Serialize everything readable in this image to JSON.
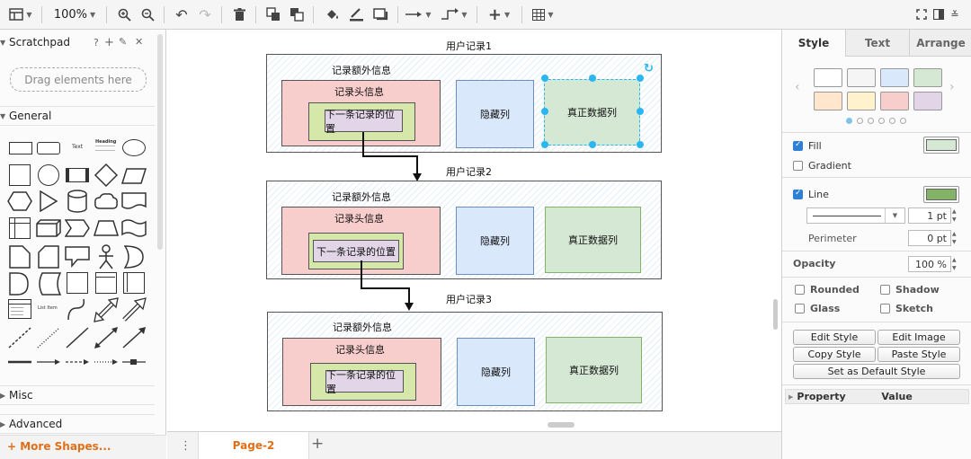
{
  "toolbar": {
    "zoom": "100%"
  },
  "left_panel": {
    "scratchpad_title": "Scratchpad",
    "scratchpad_actions": [
      "?",
      "+",
      "✎",
      "✕"
    ],
    "drag_hint": "Drag elements here",
    "sections": {
      "general": "General",
      "misc": "Misc",
      "advanced": "Advanced"
    },
    "shape_labels": {
      "text": "Text",
      "heading": "Heading",
      "list_item": "List Item"
    },
    "more_shapes": "+ More Shapes..."
  },
  "diagram": {
    "records": [
      {
        "title": "用户记录1",
        "extra": "记录额外信息",
        "header": "记录头信息",
        "next": "下一条记录的位置",
        "hidden": "隐藏列",
        "data": "真正数据列"
      },
      {
        "title": "用户记录2",
        "extra": "记录额外信息",
        "header": "记录头信息",
        "next": "下一条记录的位置",
        "hidden": "隐藏列",
        "data": "真正数据列"
      },
      {
        "title": "用户记录3",
        "extra": "记录额外信息",
        "header": "记录头信息",
        "next": "下一条记录的位置",
        "hidden": "隐藏列",
        "data": "真正数据列"
      }
    ]
  },
  "page_bar": {
    "page_tab": "Page-2",
    "add": "+"
  },
  "right_panel": {
    "tabs": [
      "Style",
      "Text",
      "Arrange"
    ],
    "fill_label": "Fill",
    "fill_color": "#d5e8d4",
    "gradient_label": "Gradient",
    "line_label": "Line",
    "line_color": "#82b366",
    "line_width": "1 pt",
    "perimeter_label": "Perimeter",
    "perimeter_value": "0 pt",
    "opacity_label": "Opacity",
    "opacity_value": "100 %",
    "rounded_label": "Rounded",
    "shadow_label": "Shadow",
    "glass_label": "Glass",
    "sketch_label": "Sketch",
    "buttons": {
      "edit_style": "Edit Style",
      "edit_image": "Edit Image",
      "copy_style": "Copy Style",
      "paste_style": "Paste Style",
      "set_default": "Set as Default Style"
    },
    "property_header": "Property",
    "value_header": "Value",
    "swatches": [
      "#ffffff",
      "#f5f5f5",
      "#dae8fc",
      "#d5e8d4",
      "#ffe6cc",
      "#fff2cc",
      "#f8cecc",
      "#e1d5e7"
    ]
  }
}
